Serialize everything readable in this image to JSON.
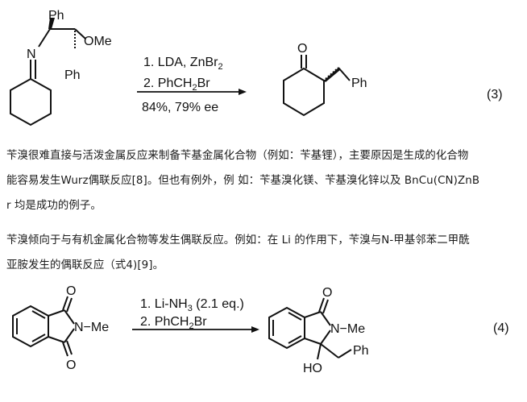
{
  "scheme3": {
    "reactant": {
      "ph_top": "Ph",
      "n": "N",
      "ome": "OMe",
      "ph_bottom": "Ph"
    },
    "conditions": {
      "step1": "1. LDA, ZnBr",
      "step1_sub": "2",
      "step2_prefix": "2. PhCH",
      "step2_sub": "2",
      "step2_suffix": "Br",
      "yield": "84%, 79% ee"
    },
    "product": {
      "o": "O",
      "ph": "Ph"
    },
    "number": "(3)"
  },
  "paragraphs": [
    {
      "lines": [
        "苄溴很难直接与活泼金属反应来制备苄基金属化合物（例如：苄基锂），主要原因是生成的化合物",
        "能容易发生Wurz偶联反应[8]。但也有例外，例 如：苄基溴化镁、苄基溴化锌以及 BnCu(CN)ZnB",
        "r 均是成功的例子。"
      ]
    },
    {
      "lines": [
        "苄溴倾向于与有机金属化合物等发生偶联反应。例如：在 Li 的作用下，苄溴与N-甲基邻苯二甲酰",
        "亚胺发生的偶联反应（式4)[9]。"
      ]
    }
  ],
  "scheme4": {
    "reactant": {
      "o_top": "O",
      "n_me": "N−Me",
      "o_bottom": "O"
    },
    "conditions": {
      "step1_prefix": "1. Li-NH",
      "step1_sub": "3",
      "step1_suffix": " (2.1 eq.)",
      "step2_prefix": "2. PhCH",
      "step2_sub": "2",
      "step2_suffix": "Br"
    },
    "product": {
      "o": "O",
      "n_me": "N−Me",
      "ho": "HO",
      "ph": "Ph"
    },
    "number": "(4)"
  }
}
